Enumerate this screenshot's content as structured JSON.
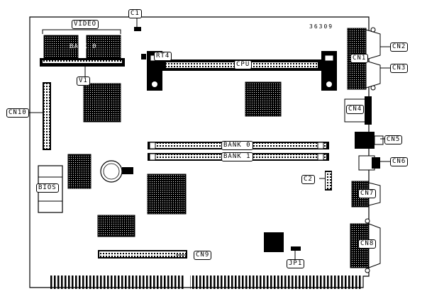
{
  "labels": {
    "c1": "C1",
    "video": "VIDEO",
    "bank0_video": "BANK 0",
    "v1": "V1",
    "rt4": "RT4",
    "cpu": "CPU",
    "part_number": "36309",
    "cn1": "CN1",
    "cn2": "CN2",
    "cn3": "CN3",
    "cn4": "CN4",
    "cn5": "CN5",
    "cn6": "CN6",
    "cn7": "CN7",
    "cn8": "CN8",
    "cn9": "CN9",
    "cn10": "CN10",
    "bank0_mem": "BANK 0",
    "bank1_mem": "BANK 1",
    "bios": "BIOS",
    "c2": "C2",
    "jp1": "JP1"
  }
}
